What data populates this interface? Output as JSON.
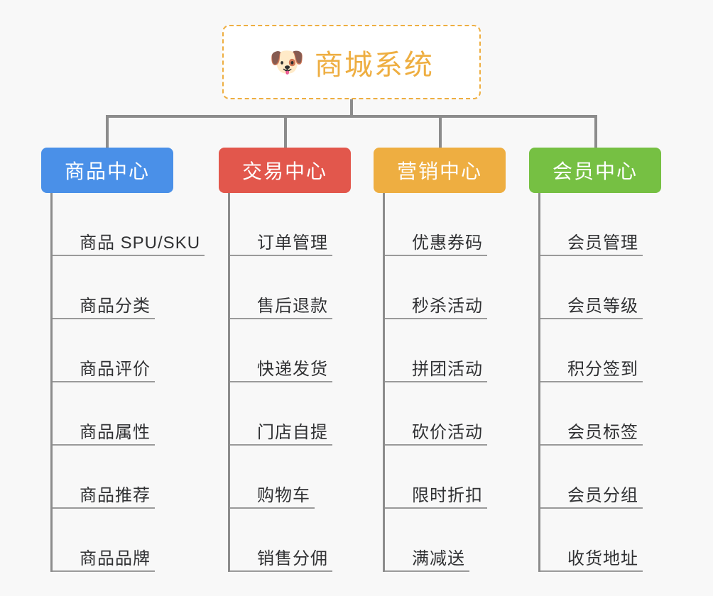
{
  "diagram": {
    "type": "org-chart",
    "background_color": "#f8f8f8",
    "connector_color": "#8c8c8c",
    "root": {
      "title": "商城系统",
      "icon": "dog-face-emoji",
      "icon_glyph": "🐶",
      "text_color": "#eeae41",
      "border_color": "#eeae41",
      "border_style": "dashed",
      "background_color": "#ffffff"
    },
    "columns": [
      {
        "title": "商品中心",
        "color": "#4a90e8",
        "text_color": "#ffffff",
        "items": [
          "商品 SPU/SKU",
          "商品分类",
          "商品评价",
          "商品属性",
          "商品推荐",
          "商品品牌"
        ]
      },
      {
        "title": "交易中心",
        "color": "#e2574c",
        "text_color": "#ffffff",
        "items": [
          "订单管理",
          "售后退款",
          "快递发货",
          "门店自提",
          "购物车",
          "销售分佣"
        ]
      },
      {
        "title": "营销中心",
        "color": "#eeae41",
        "text_color": "#ffffff",
        "items": [
          "优惠券码",
          "秒杀活动",
          "拼团活动",
          "砍价活动",
          "限时折扣",
          "满减送"
        ]
      },
      {
        "title": "会员中心",
        "color": "#76c043",
        "text_color": "#ffffff",
        "items": [
          "会员管理",
          "会员等级",
          "积分签到",
          "会员标签",
          "会员分组",
          "收货地址"
        ]
      }
    ]
  }
}
